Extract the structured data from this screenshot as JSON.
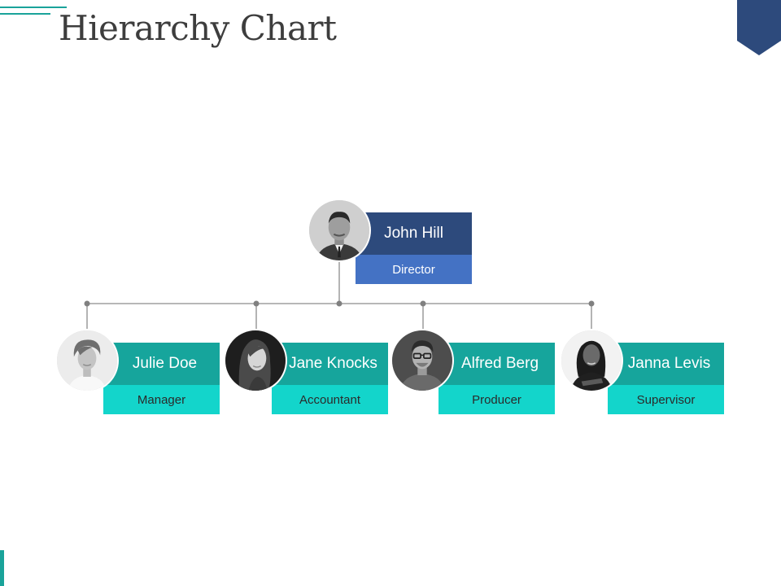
{
  "slide": {
    "title": "Hierarchy Chart",
    "accent_color": "#16a59c",
    "brand_color": "#2d4a7c"
  },
  "org": {
    "root": {
      "name": "John Hill",
      "role": "Director"
    },
    "children": [
      {
        "name": "Julie Doe",
        "role": "Manager"
      },
      {
        "name": "Jane Knocks",
        "role": "Accountant"
      },
      {
        "name": "Alfred Berg",
        "role": "Producer"
      },
      {
        "name": "Janna Levis",
        "role": "Supervisor"
      }
    ]
  }
}
